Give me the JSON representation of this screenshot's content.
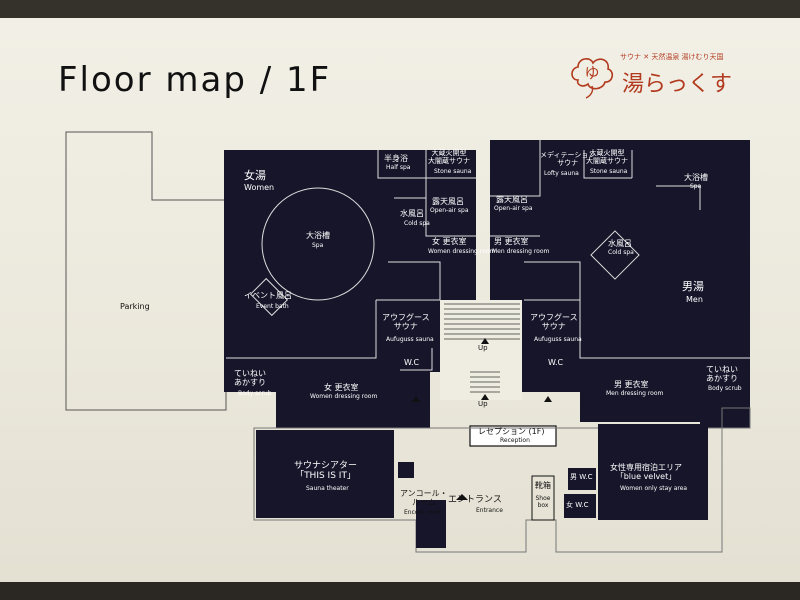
{
  "map": {
    "title": "Floor map / 1F",
    "brand": {
      "tagline": "サウナ ✕ 天然温泉  湯けむり天国",
      "name": "湯らっくす",
      "logo_char": "ゆ",
      "logo_icon": "cloud-logo-icon",
      "accent": "#b23a1e"
    },
    "areas": {
      "parking": "Parking",
      "women_bath": {
        "jp": "女湯",
        "en": "Women"
      },
      "men_bath": {
        "jp": "男湯",
        "en": "Men"
      },
      "big_bath_women": {
        "jp": "大浴槽",
        "en": "Spa"
      },
      "big_bath_men": {
        "jp": "大浴槽",
        "en": "Spa"
      },
      "event_bath": {
        "jp": "イベント風呂",
        "en": "Event bath"
      },
      "half_bath": {
        "jp": "半身浴",
        "en": "Half spa"
      },
      "big_fire_sauna_w": {
        "jp": "大蔵火開型\n大闇蔵サウナ",
        "en": "Stone sauna"
      },
      "big_fire_sauna_m": {
        "jp": "大蔵火開型\n大闇蔵サウナ",
        "en": "Stone sauna"
      },
      "meditation_sauna": {
        "jp": "メディテーション\nサウナ",
        "en": "Lofty sauna"
      },
      "outdoor_bath_w": {
        "jp": "露天風呂",
        "en": "Open-air spa"
      },
      "outdoor_bath_m": {
        "jp": "露天風呂",
        "en": "Open-air spa"
      },
      "cold_bath_w": {
        "jp": "水風呂",
        "en": "Cold spa"
      },
      "cold_bath_m": {
        "jp": "水風呂",
        "en": "Cold spa"
      },
      "changing_w_small": {
        "jp": "女 更衣室",
        "en": "Women dressing room"
      },
      "changing_m_small": {
        "jp": "男 更衣室",
        "en": "Men dressing room"
      },
      "aufguss_w": {
        "jp": "アウフグース\nサウナ",
        "en": "Aufuguss sauna"
      },
      "aufguss_m": {
        "jp": "アウフグース\nサウナ",
        "en": "Aufuguss sauna"
      },
      "body_scrub_w": {
        "jp": "ていねい\nあかすり",
        "en": "Body scrub"
      },
      "body_scrub_m": {
        "jp": "ていねい\nあかすり",
        "en": "Body scrub"
      },
      "changing_w": {
        "jp": "女 更衣室",
        "en": "Women dressing room"
      },
      "changing_m": {
        "jp": "男 更衣室",
        "en": "Men dressing room"
      },
      "wc_w": "W.C",
      "wc_m": "W.C",
      "up_upper": "Up",
      "up_lower": "Up",
      "reception": {
        "jp": "レセプション (1F)",
        "en": "Reception"
      },
      "sauna_theater": {
        "jp": "サウナシアター\n「THIS IS IT」",
        "en": "Sauna theater"
      },
      "encore_room": {
        "jp": "アンコール・\nルーム",
        "en": "Encore room"
      },
      "entrance": {
        "jp": "エントランス",
        "en": "Entrance"
      },
      "shoe_box": {
        "jp": "靴箱",
        "en": "Shoe box"
      },
      "women_only": {
        "jp": "女性専用宿泊エリア\n「blue velvet」",
        "en": "Women only stay area"
      },
      "wc_men_small": "男 W.C",
      "wc_women_small": "女 W.C"
    }
  }
}
